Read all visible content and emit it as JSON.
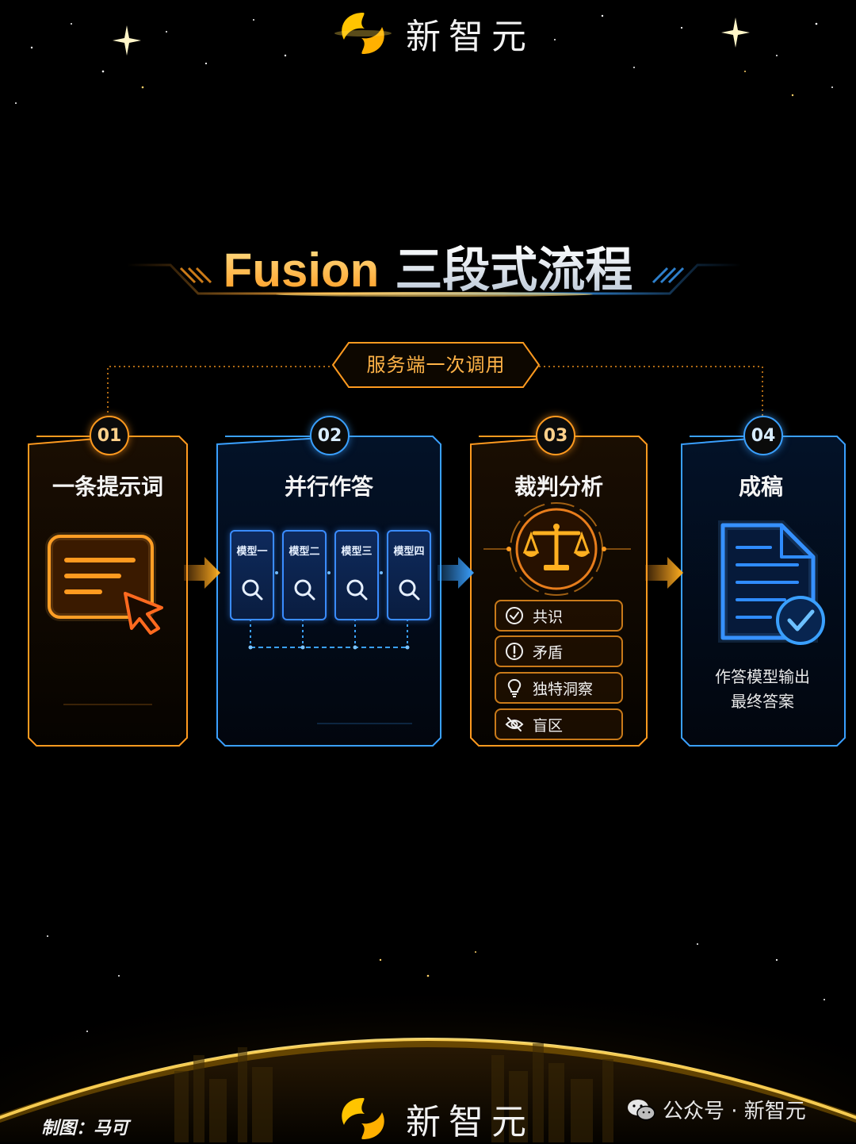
{
  "brand": {
    "name": "新智元"
  },
  "title": {
    "en": "Fusion",
    "cn": "三段式流程"
  },
  "server_call": "服务端一次调用",
  "steps": [
    {
      "num": "01",
      "title": "一条提示词",
      "icon": "prompt-cursor-icon",
      "color": "#ff9a1f"
    },
    {
      "num": "02",
      "title": "并行作答",
      "color": "#3aa0ff",
      "models": [
        "模型一",
        "模型二",
        "模型三",
        "模型四"
      ],
      "model_icon": "search-icon"
    },
    {
      "num": "03",
      "title": "裁判分析",
      "icon": "scale-icon",
      "color": "#ff9a1f",
      "items": [
        {
          "label": "共识",
          "icon": "check-circle-icon"
        },
        {
          "label": "矛盾",
          "icon": "exclamation-circle-icon"
        },
        {
          "label": "独特洞察",
          "icon": "lightbulb-icon"
        },
        {
          "label": "盲区",
          "icon": "eye-off-icon"
        }
      ]
    },
    {
      "num": "04",
      "title": "成稿",
      "icon": "document-check-icon",
      "color": "#3aa0ff",
      "caption_line1": "作答模型输出",
      "caption_line2": "最终答案"
    }
  ],
  "footer": {
    "credit": "制图：马可",
    "wechat": "公众号 · 新智元"
  }
}
